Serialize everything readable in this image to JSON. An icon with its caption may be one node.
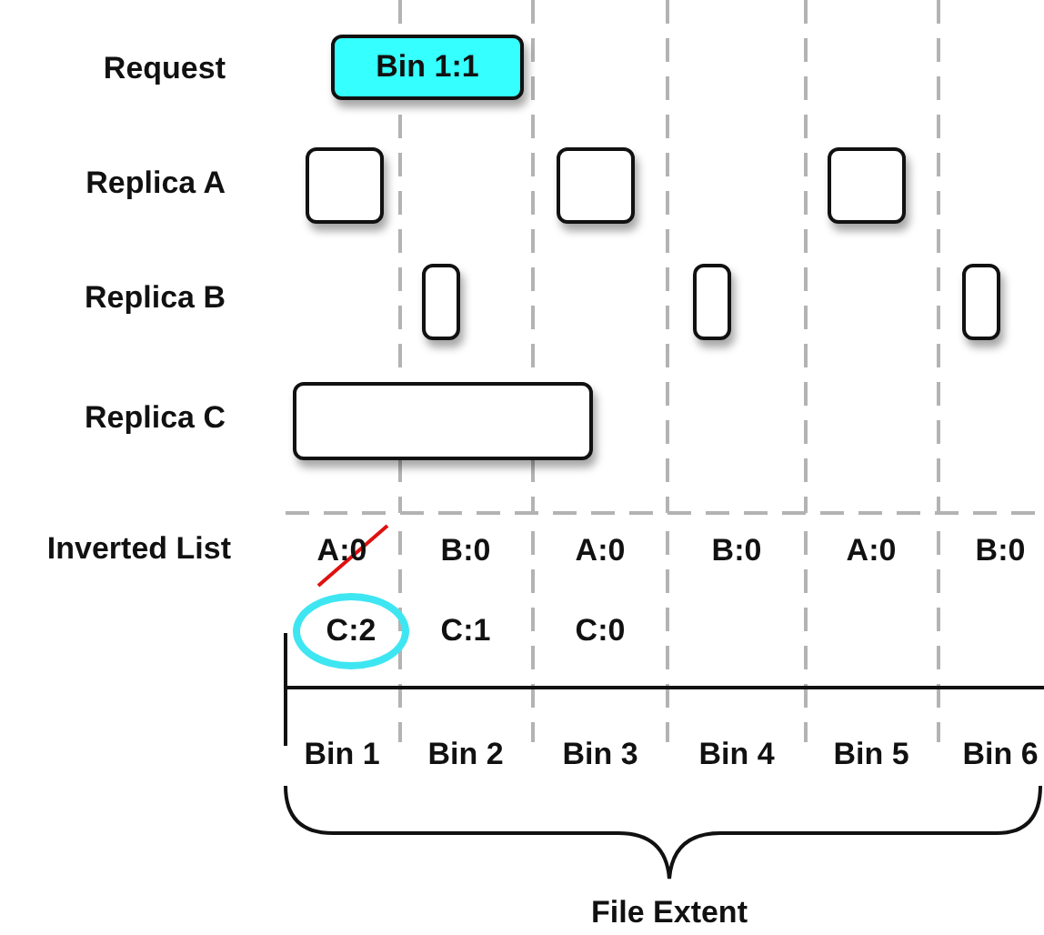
{
  "diagram": {
    "nodes": [
      {
        "text": [
          "Bin 1:1"
        ]
      },
      {
        "text": [],
        "shape": "box"
      },
      {
        "text": [],
        "shape": "box"
      },
      {
        "text": [],
        "shape": "box"
      },
      {
        "text": [],
        "shape": "box"
      },
      {
        "text": [],
        "shape": "box"
      },
      {
        "text": [],
        "shape": "box"
      },
      {
        "text": [],
        "shape": "box"
      },
      {
        "text": [
          "C:2"
        ]
      }
    ],
    "labels": [
      "Request",
      "Replica A",
      "Replica B",
      "Replica C",
      "Inverted List",
      "A:0",
      "B:0",
      "A:0",
      "B:0",
      "A:0",
      "B:0",
      "C:1",
      "C:0",
      "Bin 1",
      "Bin 2",
      "Bin 3",
      "Bin 4",
      "Bin 5",
      "Bin 6",
      "File Extent"
    ]
  }
}
